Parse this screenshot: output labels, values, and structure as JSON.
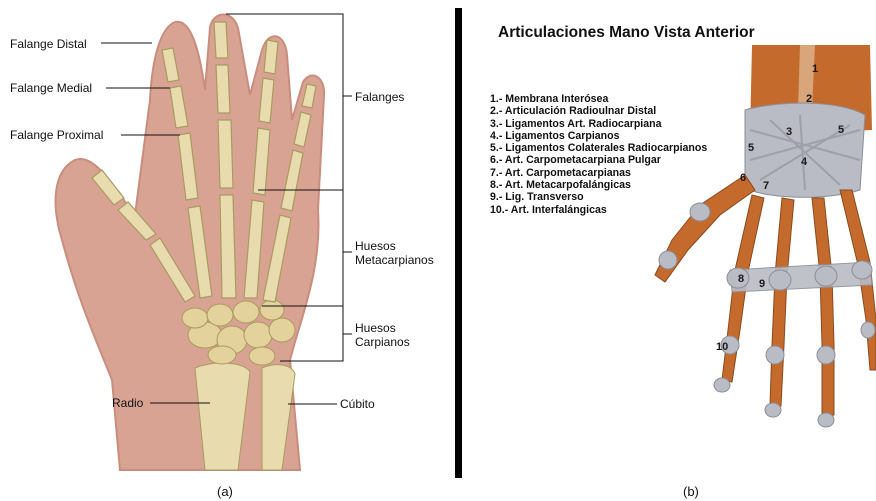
{
  "panel_a": {
    "labels": {
      "falange_distal": "Falange Distal",
      "falange_medial": "Falange Medial",
      "falange_proximal": "Falange Proximal",
      "falanges": "Falanges",
      "huesos_metacarpianos_1": "Huesos",
      "huesos_metacarpianos_2": "Metacarpianos",
      "huesos_carpianos_1": "Huesos",
      "huesos_carpianos_2": "Carpianos",
      "radio": "Radio",
      "cubito": "Cúbito"
    },
    "caption": "(a)"
  },
  "panel_b": {
    "title": "Articulaciones Mano Vista Anterior",
    "legend": [
      "1.- Membrana Interósea",
      "2.- Articulación Radioulnar Distal",
      "3.- Ligamentos Art. Radiocarpiana",
      "4.- Ligamentos Carpianos",
      "5.- Ligamentos Colaterales Radiocarpianos",
      "6.- Art. Carpometacarpiana Pulgar",
      "7.- Art. Carpometacarpianas",
      "8.- Art. Metacarpofalángicas",
      "9.- Lig. Transverso",
      "10.- Art. Interfalángicas"
    ],
    "markers": [
      "1",
      "2",
      "3",
      "4",
      "5",
      "5",
      "6",
      "7",
      "8",
      "9",
      "10"
    ],
    "caption": "(b)"
  },
  "colors": {
    "skin": "#d9a393",
    "bone": "#e8dcae",
    "bone_shade": "#c9b97e",
    "muscle": "#c46a2c",
    "ligament": "#b9bcc4",
    "divider": "#000000"
  }
}
